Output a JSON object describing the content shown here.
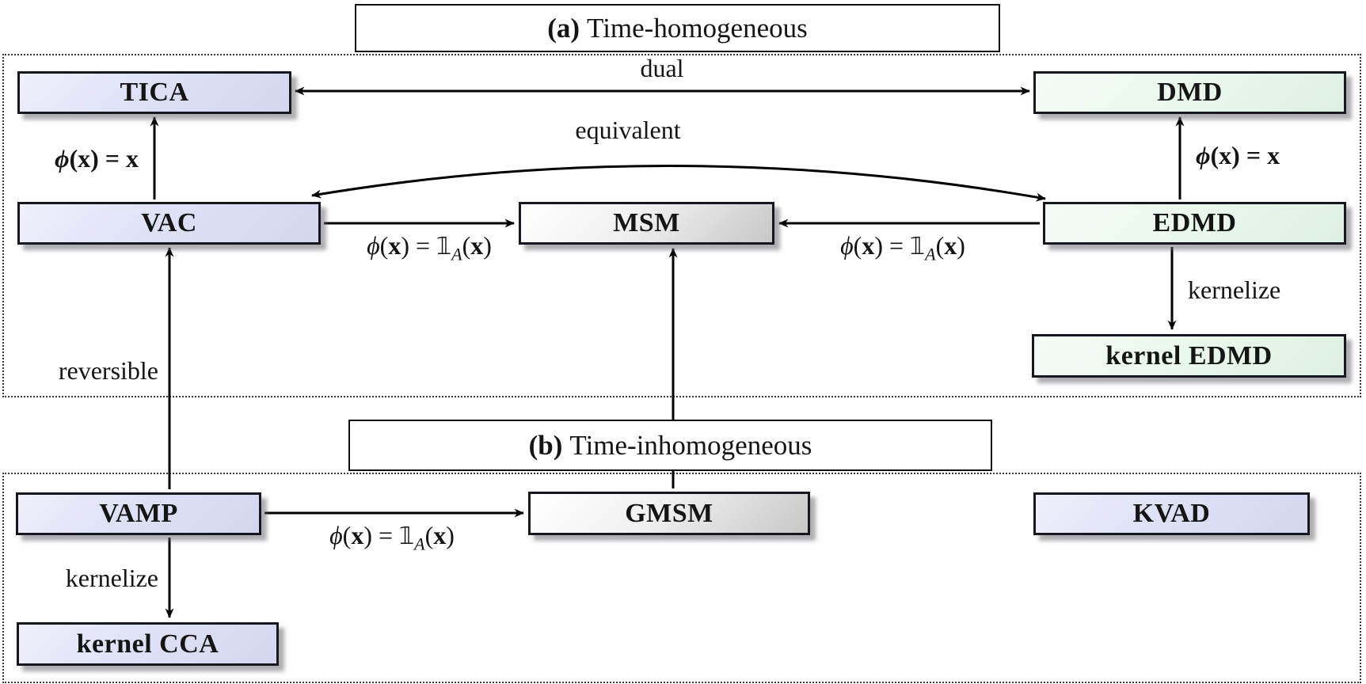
{
  "diagram": {
    "panels": {
      "a": {
        "prefix": "(a)",
        "rest": "Time-homogeneous"
      },
      "b": {
        "prefix": "(b)",
        "rest": "Time-inhomogeneous"
      }
    },
    "nodes": [
      {
        "id": "tica",
        "label": "TICA",
        "style": "lavender"
      },
      {
        "id": "dmd",
        "label": "DMD",
        "style": "green"
      },
      {
        "id": "vac",
        "label": "VAC",
        "style": "lavender"
      },
      {
        "id": "msm",
        "label": "MSM",
        "style": "gradient-gray"
      },
      {
        "id": "edmd",
        "label": "EDMD",
        "style": "green"
      },
      {
        "id": "kernel-edmd",
        "label": "kernel EDMD",
        "style": "green"
      },
      {
        "id": "vamp",
        "label": "VAMP",
        "style": "lavender"
      },
      {
        "id": "gmsm",
        "label": "GMSM",
        "style": "gradient-gray"
      },
      {
        "id": "kvad",
        "label": "KVAD",
        "style": "lavender"
      },
      {
        "id": "kernel-cca",
        "label": "kernel CCA",
        "style": "lavender"
      }
    ],
    "edge_labels": {
      "dual": "dual",
      "equivalent": "equivalent",
      "reversible": "reversible",
      "kernelize": "kernelize"
    },
    "math": {
      "identity": {
        "phi": "ϕ",
        "open": "(",
        "arg": "x",
        "close": ")",
        "eq": " = ",
        "rhs": "x"
      },
      "indicator": {
        "phi": "ϕ",
        "open": "(",
        "arg": "x",
        "close": ")",
        "eq": " = ",
        "one": "𝟙",
        "sub": "A",
        "open2": "(",
        "arg2": "x",
        "close2": ")"
      }
    },
    "colors": {
      "lavender": "#dfe1f7",
      "green": "#eaf8ed",
      "gradient_gray_end": "#c7c7c7",
      "border": "#17171f",
      "arrow": "#000000",
      "background": "#ffffff"
    },
    "edges": [
      {
        "from": "tica",
        "to": "dmd",
        "label": "dual",
        "type": "double-arrow"
      },
      {
        "from": "vac",
        "to": "edmd",
        "label": "equivalent",
        "type": "double-arrow-curved"
      },
      {
        "from": "vac",
        "to": "tica",
        "label": "phi(x) = x",
        "type": "arrow"
      },
      {
        "from": "edmd",
        "to": "dmd",
        "label": "phi(x) = x",
        "type": "arrow"
      },
      {
        "from": "vac",
        "to": "msm",
        "label": "phi(x) = 1_A(x)",
        "type": "arrow"
      },
      {
        "from": "edmd",
        "to": "msm",
        "label": "phi(x) = 1_A(x)",
        "type": "arrow"
      },
      {
        "from": "edmd",
        "to": "kernel-edmd",
        "label": "kernelize",
        "type": "arrow"
      },
      {
        "from": "vamp",
        "to": "vac",
        "label": "reversible",
        "type": "arrow"
      },
      {
        "from": "vamp",
        "to": "gmsm",
        "label": "phi(x) = 1_A(x)",
        "type": "arrow"
      },
      {
        "from": "vamp",
        "to": "kernel-cca",
        "label": "kernelize",
        "type": "arrow"
      },
      {
        "from": "gmsm",
        "to": "msm",
        "label": "",
        "type": "arrow"
      }
    ]
  }
}
